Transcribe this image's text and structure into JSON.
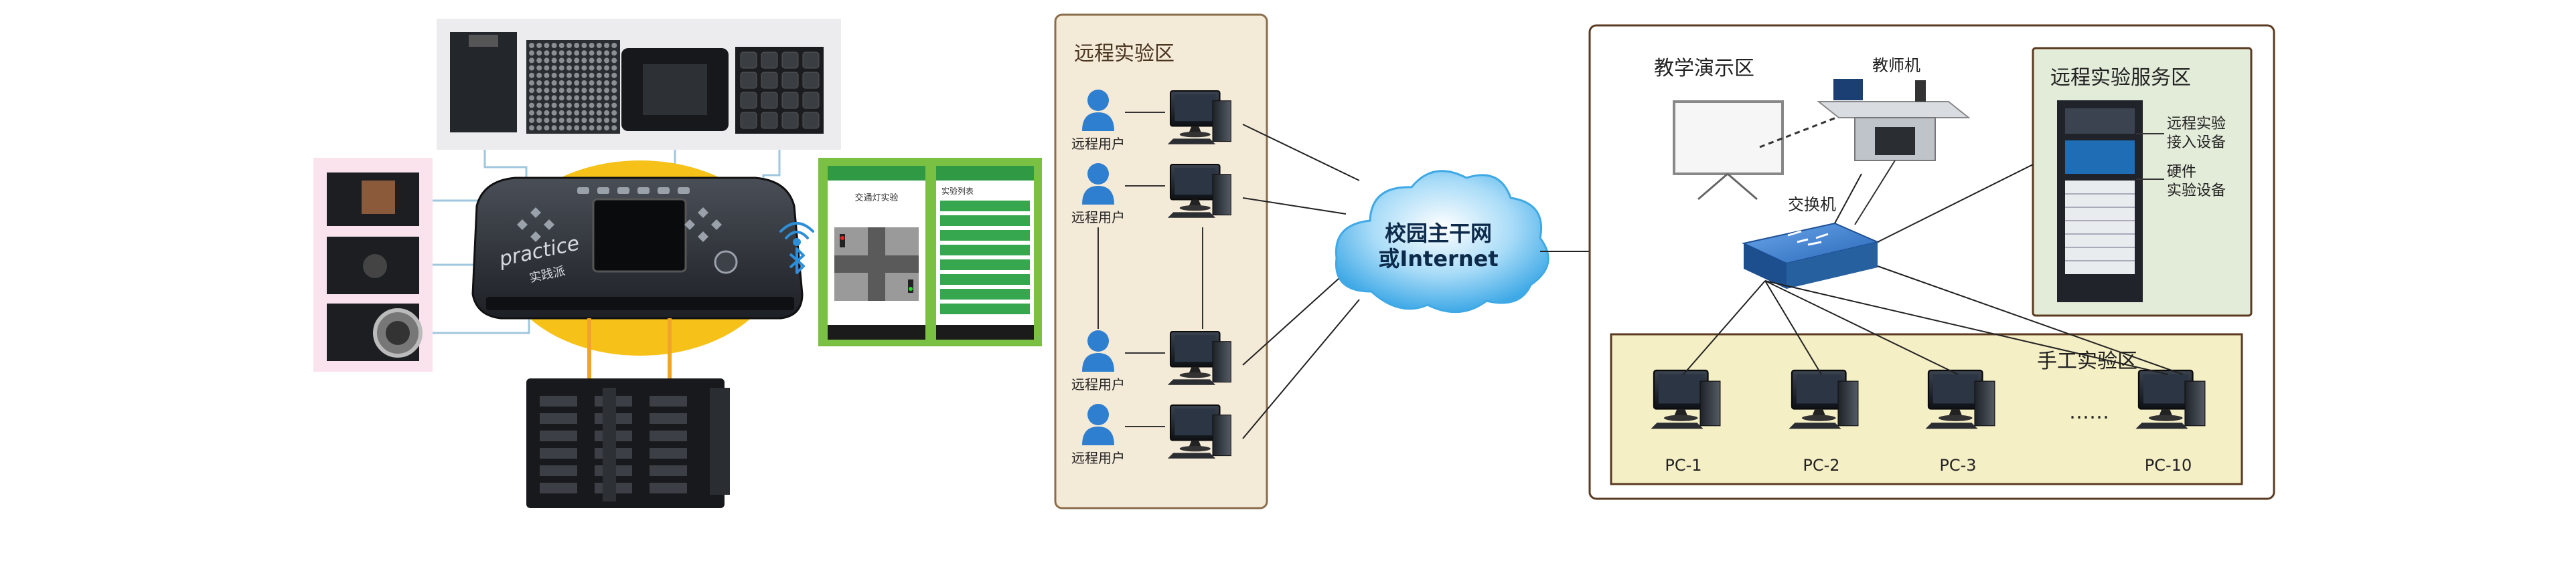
{
  "remote_zone": {
    "title": "远程实验区",
    "users": [
      "远程用户",
      "远程用户",
      "远程用户",
      "远程用户"
    ]
  },
  "network": {
    "backbone_line1": "校园主干网",
    "backbone_line2": "或Internet"
  },
  "campus": {
    "teaching_zone": "教学演示区",
    "teacher_machine": "教师机",
    "switch_label": "交换机",
    "service_zone": {
      "title": "远程实验服务区",
      "remote_access_line1": "远程实验",
      "remote_access_line2": "接入设备",
      "hardware_line1": "硬件",
      "hardware_line2": "实验设备"
    },
    "manual_zone": {
      "title": "手工实验区",
      "pcs": [
        "PC-1",
        "PC-2",
        "PC-3",
        "PC-10"
      ],
      "ellipsis": "……"
    }
  },
  "device": {
    "brand": "practice",
    "brand_sub": "实践派"
  },
  "phone_screens": {
    "left_title": "交通灯实验",
    "right_title": "实验列表"
  },
  "colors": {
    "zone_fill": "#f4ead8",
    "zone_stroke": "#8a6d4a",
    "manual_fill": "#f5efc6",
    "service_fill": "#e3ecd9",
    "cloud": "#56b9ef",
    "switch": "#2f6fc2",
    "green_phone": "#7ac143",
    "yellow_blob": "#f6c21a",
    "pink_panel": "#fbe3ee"
  }
}
